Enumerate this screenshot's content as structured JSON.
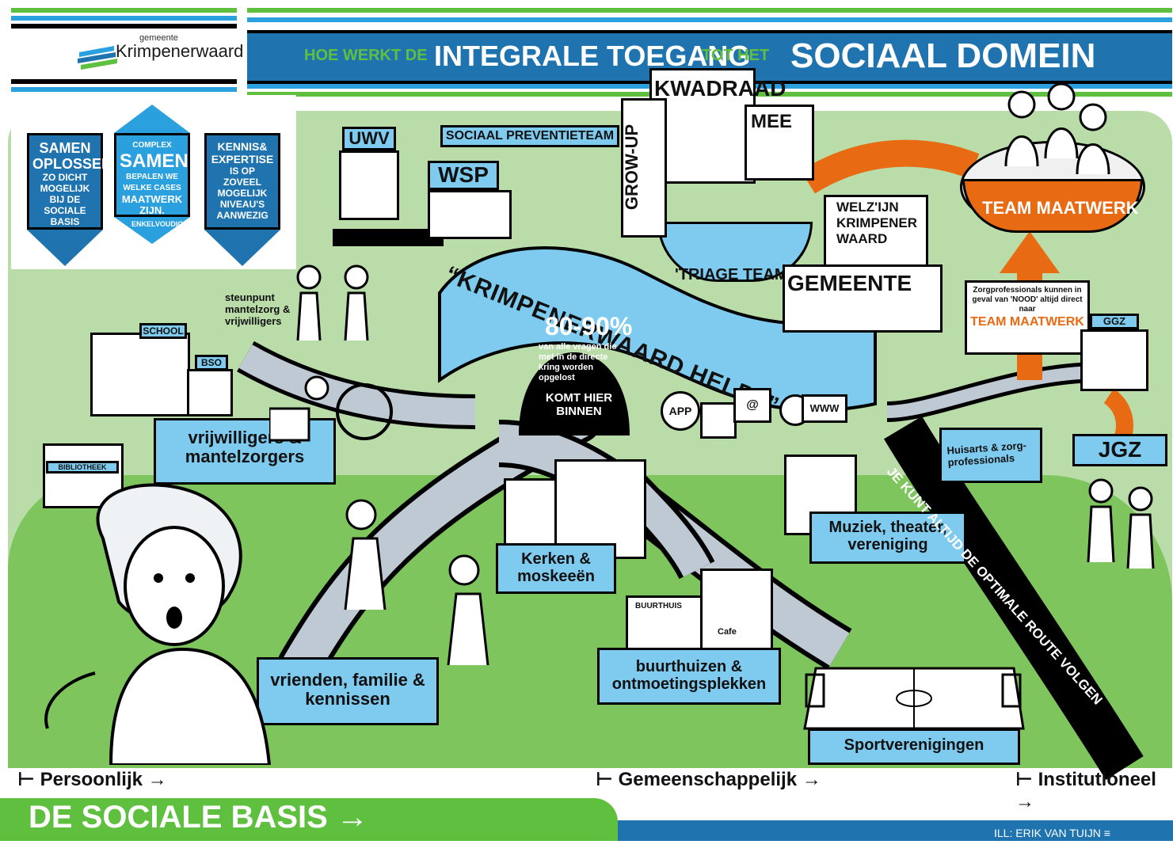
{
  "logo": {
    "small": "gemeente",
    "name": "Krimpenerwaard"
  },
  "header": {
    "part1": "HOE WERKT DE",
    "part2": "INTEGRALE TOEGANG",
    "part3": "TOT HET",
    "part4": "SOCIAAL DOMEIN"
  },
  "arrows": {
    "left": {
      "title": "SAMEN OPLOSSEN",
      "body": "ZO DICHT MOGELIJK BIJ DE SOCIALE BASIS"
    },
    "middle": {
      "top": "COMPLEX",
      "title": "SAMEN",
      "body": "BEPALEN WE WELKE CASES",
      "strong": "MAATWERK ZIJN.",
      "bottom": "ENKELVOUDIG"
    },
    "right": {
      "title": "KENNIS& EXPERTISE",
      "body": "IS OP ZOVEEL MOGELIJK NIVEAU'S AANWEZIG"
    }
  },
  "labels": {
    "uwv": "UWV",
    "wsp": "WSP",
    "preventie": "SOCIAAL PREVENTIETEAM",
    "kwadraad": "KWADRAAD",
    "mee": "MEE",
    "growup": "GROW-UP",
    "welzijn": "WELZ'IJN KRIMPENER WAARD",
    "triage": "'TRIAGE TEAM'",
    "gemeente": "GEMEENTE",
    "team_maatwerk": "TEAM MAATWERK",
    "nood_text": "Zorgprofessionals kunnen in geval van 'NOOD' altijd direct naar",
    "nood_team": "TEAM MAATWERK",
    "ggz": "GGZ",
    "jgz": "JGZ",
    "huisarts": "Huisarts & zorg-professionals",
    "steunpunt": "steunpunt mantelzorg & vrijwilligers",
    "school": "SCHOOL",
    "bso": "BSO",
    "bibliotheek": "BIBLIOTHEEK",
    "vrijwilligers": "vrijwilligers & mantelzorgers",
    "helpt": "“KRIMPENERWAARD HELPT”",
    "percent": "80-90%",
    "percent_text": "van alle vragen die met in de directe kring worden opgelost",
    "komt": "KOMT HIER BINNEN",
    "app": "APP",
    "www": "WWW",
    "kerken": "Kerken & moskeeën",
    "muziek": "Muziek, theater, vereniging",
    "route": "JE KUNT ALTIJD DE OPTIMALE ROUTE VOLGEN",
    "buurthuis": "BUURTHUIS",
    "cafe": "Cafe",
    "buurthuizen": "buurthuizen & ontmoetingsplekken",
    "vrienden": "vrienden, familie & kennissen",
    "sport": "Sportverenigingen"
  },
  "axis": {
    "personal": "⊢ Persoonlijk →",
    "community": "⊢ Gemeenschappelijk →",
    "institutional": "⊢ Institutioneel →"
  },
  "footer": {
    "title": "DE SOCIALE BASIS →",
    "credit": "ILL: ERIK VAN TUIJN ≡ BLIJSTIFT.NL"
  },
  "colors": {
    "blue": "#1f74b0",
    "lightblue": "#7ecbef",
    "green": "#5fbf3f",
    "orange": "#e86a12"
  }
}
